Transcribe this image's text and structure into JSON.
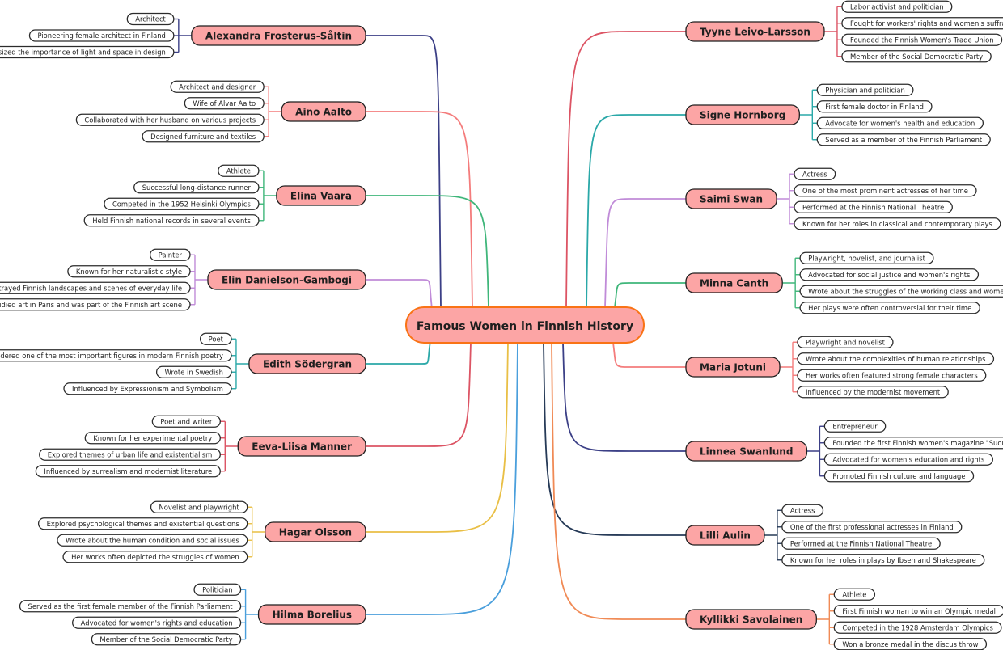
{
  "root": {
    "label": "Famous Women in Finnish History"
  },
  "branches": [
    {
      "name": "Alexandra Frosterus-Såltin",
      "side": "left",
      "color": "#3b3f86",
      "facts": [
        "Architect",
        "Pioneering female architect in Finland",
        "Emphasized the importance of light and space in design"
      ]
    },
    {
      "name": "Aino Aalto",
      "side": "left",
      "color": "#f47c7c",
      "facts": [
        "Architect and designer",
        "Wife of Alvar Aalto",
        "Collaborated with her husband on various projects",
        "Designed furniture and textiles"
      ]
    },
    {
      "name": "Elina Vaara",
      "side": "left",
      "color": "#3fb67a",
      "facts": [
        "Athlete",
        "Successful long-distance runner",
        "Competed in the 1952 Helsinki Olympics",
        "Held Finnish national records in several events"
      ]
    },
    {
      "name": "Elin Danielson-Gambogi",
      "side": "left",
      "color": "#c08bd8",
      "facts": [
        "Painter",
        "Known for her naturalistic style",
        "Portrayed Finnish landscapes and scenes of everyday life",
        "Studied art in Paris and was part of the Finnish art scene"
      ]
    },
    {
      "name": "Edith Södergran",
      "side": "left",
      "color": "#2aa8a8",
      "facts": [
        "Poet",
        "Considered one of the most important figures in modern Finnish poetry",
        "Wrote in Swedish",
        "Influenced by Expressionism and Symbolism"
      ]
    },
    {
      "name": "Eeva-Liisa Manner",
      "side": "left",
      "color": "#dc5464",
      "facts": [
        "Poet and writer",
        "Known for her experimental poetry",
        "Explored themes of urban life and existentialism",
        "Influenced by surrealism and modernist literature"
      ]
    },
    {
      "name": "Hagar Olsson",
      "side": "left",
      "color": "#e9bf45",
      "facts": [
        "Novelist and playwright",
        "Explored psychological themes and existential questions",
        "Wrote about the human condition and social issues",
        "Her works often depicted the struggles of women"
      ]
    },
    {
      "name": "Hilma Borelius",
      "side": "left",
      "color": "#4a9fdc",
      "facts": [
        "Politician",
        "Served as the first female member of the Finnish Parliament",
        "Advocated for women's rights and education",
        "Member of the Social Democratic Party"
      ]
    },
    {
      "name": "Tyyne Leivo-Larsson",
      "side": "right",
      "color": "#dc5464",
      "facts": [
        "Labor activist and politician",
        "Fought for workers' rights and women's suffrage",
        "Founded the Finnish Women's Trade Union",
        "Member of the Social Democratic Party"
      ]
    },
    {
      "name": "Signe Hornborg",
      "side": "right",
      "color": "#2aa8a8",
      "facts": [
        "Physician and politician",
        "First female doctor in Finland",
        "Advocate for women's health and education",
        "Served as a member of the Finnish Parliament"
      ]
    },
    {
      "name": "Saimi Swan",
      "side": "right",
      "color": "#c08bd8",
      "facts": [
        "Actress",
        "One of the most prominent actresses of her time",
        "Performed at the Finnish National Theatre",
        "Known for her roles in classical and contemporary plays"
      ]
    },
    {
      "name": "Minna Canth",
      "side": "right",
      "color": "#3fb67a",
      "facts": [
        "Playwright, novelist, and journalist",
        "Advocated for social justice and women's rights",
        "Wrote about the struggles of the working class and women",
        "Her plays were often controversial for their time"
      ]
    },
    {
      "name": "Maria Jotuni",
      "side": "right",
      "color": "#f47c7c",
      "facts": [
        "Playwright and novelist",
        "Wrote about the complexities of human relationships",
        "Her works often featured strong female characters",
        "Influenced by the modernist movement"
      ]
    },
    {
      "name": "Linnea Swanlund",
      "side": "right",
      "color": "#3b3f86",
      "facts": [
        "Entrepreneur",
        "Founded the first Finnish women's magazine \"Suometar\"",
        "Advocated for women's education and rights",
        "Promoted Finnish culture and language"
      ]
    },
    {
      "name": "Lilli Aulin",
      "side": "right",
      "color": "#263a57",
      "facts": [
        "Actress",
        "One of the first professional actresses in Finland",
        "Performed at the Finnish National Theatre",
        "Known for her roles in plays by Ibsen and Shakespeare"
      ]
    },
    {
      "name": "Kyllikki Savolainen",
      "side": "right",
      "color": "#f08a55",
      "facts": [
        "Athlete",
        "First Finnish woman to win an Olympic medal",
        "Competed in the 1928 Amsterdam Olympics",
        "Won a bronze medal in the discus throw"
      ]
    }
  ]
}
